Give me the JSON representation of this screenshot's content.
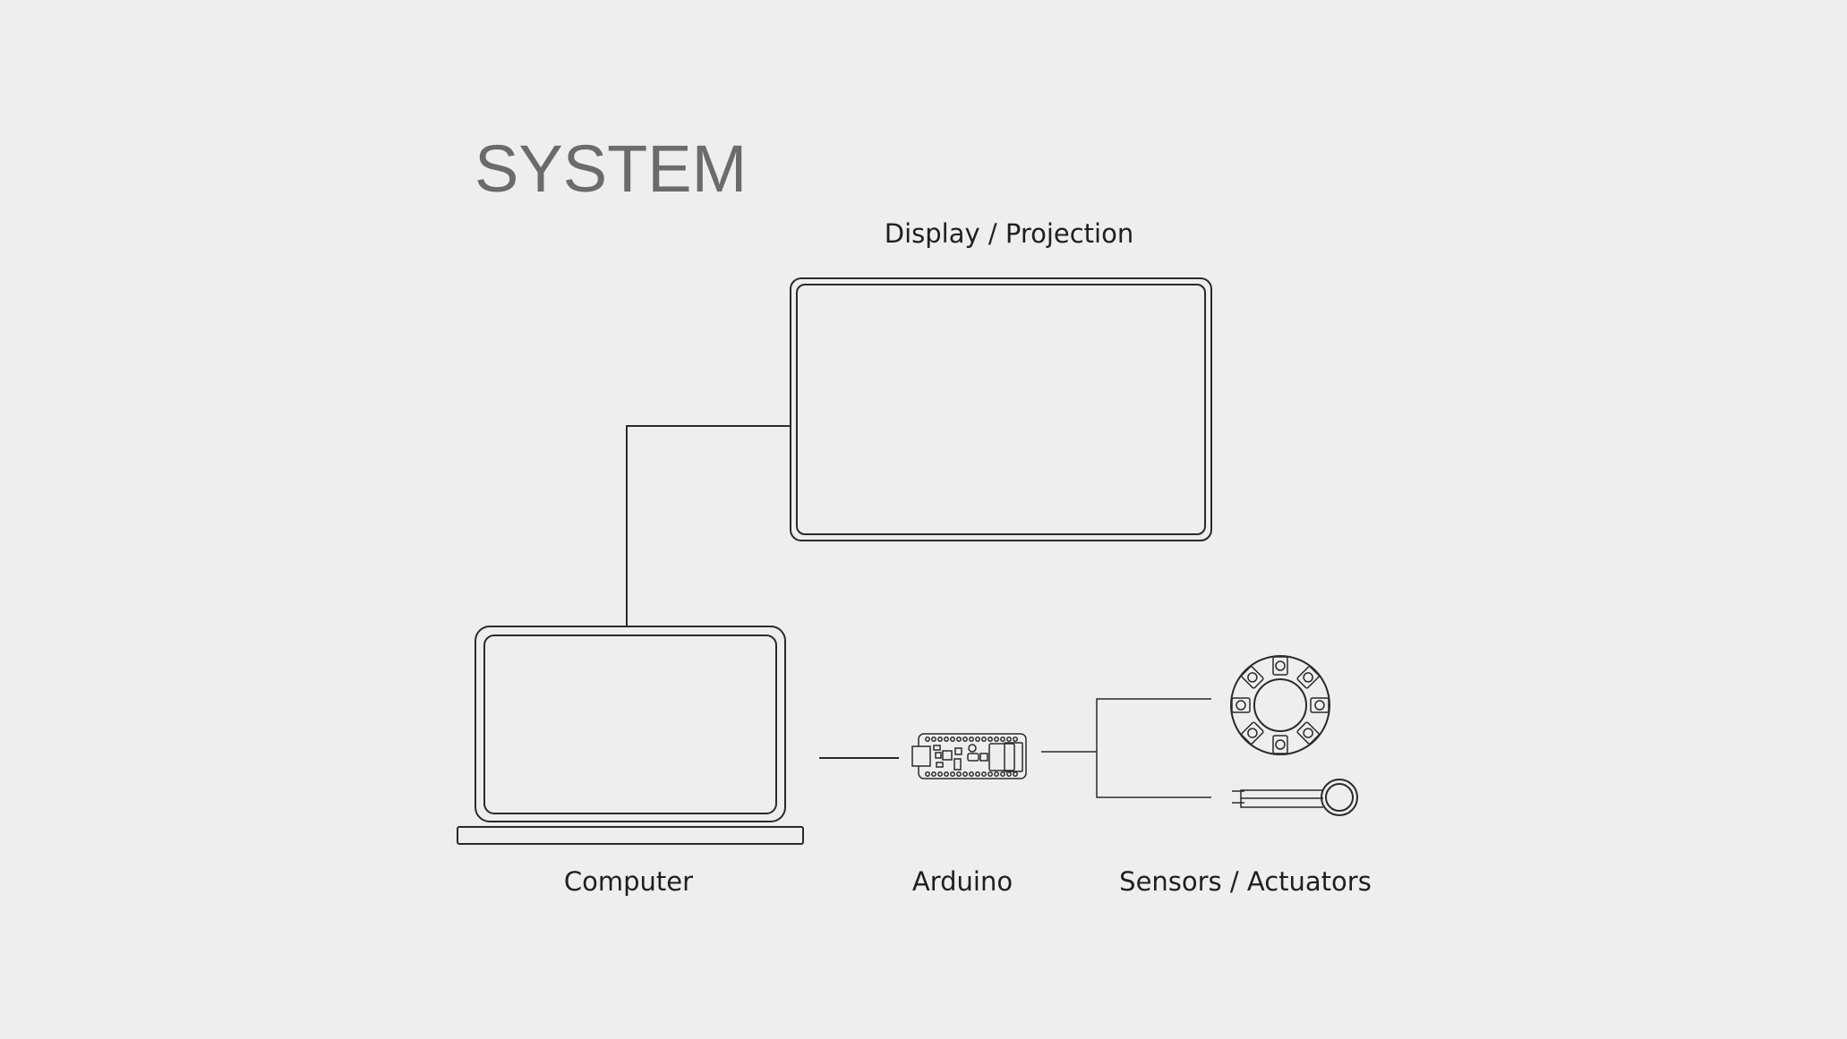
{
  "title": "SYSTEM",
  "nodes": {
    "display": {
      "label": "Display / Projection"
    },
    "computer": {
      "label": "Computer"
    },
    "arduino": {
      "label": "Arduino"
    },
    "sensors": {
      "label": "Sensors / Actuators"
    }
  },
  "colors": {
    "background": "#eeeeee",
    "stroke": "#2a2a2a",
    "title": "#6b6b6b",
    "label": "#1f1f1f"
  },
  "icons": [
    "display-icon",
    "laptop-icon",
    "arduino-board-icon",
    "led-ring-icon",
    "force-sensor-icon"
  ]
}
